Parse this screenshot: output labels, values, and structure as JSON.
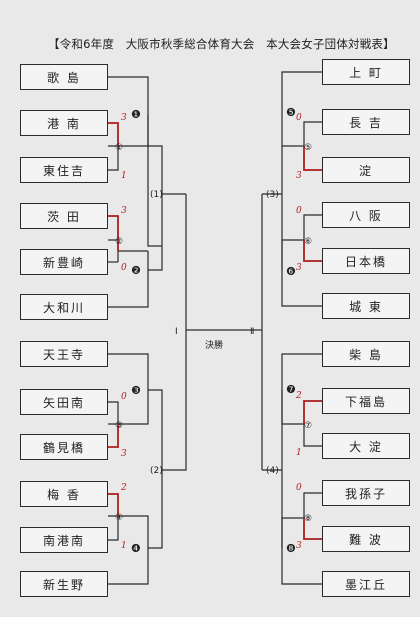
{
  "title": "【令和6年度　大阪市秋季総合体育大会　本大会女子団体対戦表】",
  "left_teams": [
    "歌 島",
    "港 南",
    "東住吉",
    "茨 田",
    "新豊崎",
    "大和川",
    "天王寺",
    "矢田南",
    "鶴見橋",
    "梅 香",
    "南港南",
    "新生野"
  ],
  "right_teams": [
    "上 町",
    "長 吉",
    "淀",
    "八 阪",
    "日本橋",
    "城 東",
    "柴 島",
    "下福島",
    "大 淀",
    "我孫子",
    "難 波",
    "墨江丘"
  ],
  "match_labels": {
    "m1": "❶",
    "m2": "❷",
    "m3": "❸",
    "m4": "❹",
    "m5": "❺",
    "m6": "❻",
    "m7": "❼",
    "m8": "❽",
    "c1": "①",
    "c2": "②",
    "c3": "③",
    "c4": "④",
    "c5": "⑤",
    "c6": "⑥",
    "c7": "⑦",
    "c8": "⑧",
    "p1": "(1)",
    "p2": "(2)",
    "p3": "(3)",
    "p4": "(4)",
    "I": "I",
    "II": "Ⅱ",
    "final": "決勝"
  },
  "scores": {
    "s_konan": "3",
    "s_higashisumiyoshi": "1",
    "s_ibaraki": "3",
    "s_shintoyosaki": "0",
    "s_yatamina": "0",
    "s_tsurumibashi": "3",
    "s_umeka": "2",
    "s_nankonan": "1",
    "s_nagayoshi": "0",
    "s_yodo": "3",
    "s_yasaka": "0",
    "s_nihonbashi": "3",
    "s_shimofukushima": "2",
    "s_oyodo": "1",
    "s_abiko": "0",
    "s_nanba": "3"
  },
  "colors": {
    "line": "#2b2b2b",
    "win": "#b22222",
    "paper": "#f4f4f4"
  }
}
